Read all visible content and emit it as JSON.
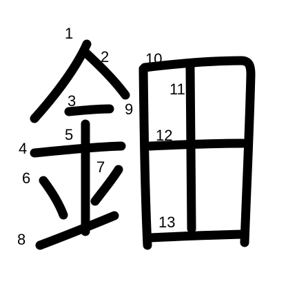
{
  "character": "鈿",
  "colors": {
    "background": "#ffffff",
    "stroke": "#000000",
    "number": "#000000"
  },
  "strokes": [
    {
      "number": "1"
    },
    {
      "number": "2"
    },
    {
      "number": "3"
    },
    {
      "number": "4"
    },
    {
      "number": "5"
    },
    {
      "number": "6"
    },
    {
      "number": "7"
    },
    {
      "number": "8"
    },
    {
      "number": "9"
    },
    {
      "number": "10"
    },
    {
      "number": "11"
    },
    {
      "number": "12"
    },
    {
      "number": "13"
    }
  ]
}
